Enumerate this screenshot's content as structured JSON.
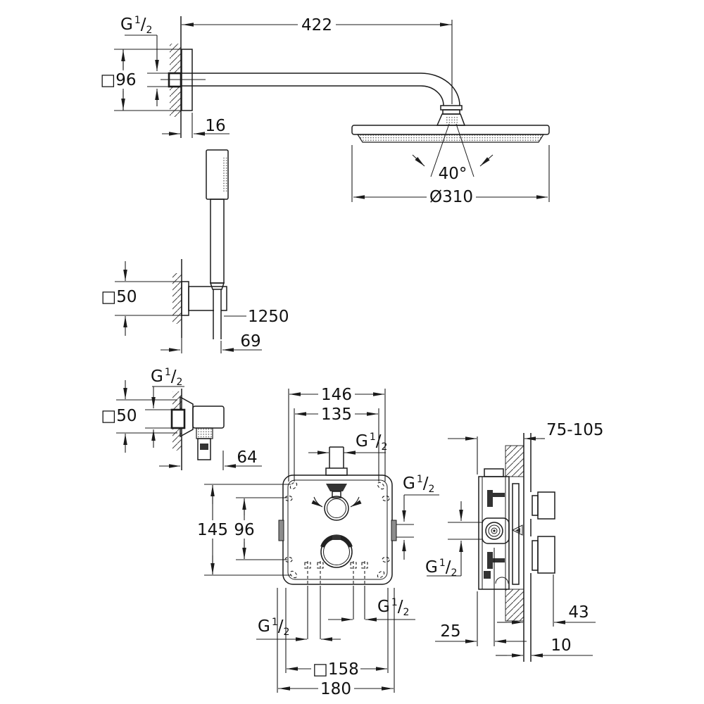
{
  "thread": {
    "letter": "G",
    "numerator": "1",
    "slash": "/",
    "denominator": "2"
  },
  "top_view": {
    "arm_length": "422",
    "escutcheon_size": "□96",
    "escutcheon_depth": "16",
    "spray_angle": "40°",
    "head_diameter": "Ø310"
  },
  "hand_shower": {
    "holder_size": "□50",
    "hose_length": "1250",
    "holder_depth": "69"
  },
  "outlet_elbow": {
    "size": "□50",
    "depth": "64"
  },
  "front_view": {
    "top_width_outer": "146",
    "top_width_inner": "135",
    "height_outer": "145",
    "height_inner": "96",
    "box_size": "□158",
    "overall_width": "180"
  },
  "side_view": {
    "depth_range": "75-105",
    "back_offset": "25",
    "front_protrusion": "43",
    "wall_plate": "10"
  }
}
